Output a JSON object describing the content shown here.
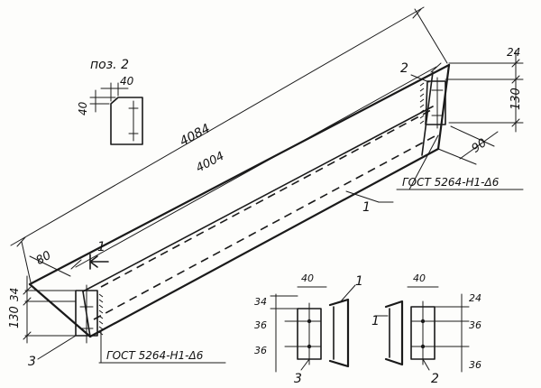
{
  "labels": {
    "pos_title": "поз. 2",
    "dim_40_small_a": "40",
    "dim_40_small_b": "40",
    "dim_4084": "4084",
    "dim_4004": "4004",
    "dim_24_top": "24",
    "dim_130_right": "130",
    "dim_90_right": "90",
    "dim_80_left": "80",
    "dim_34_left": "34",
    "dim_130_left": "130",
    "mark_1_arrow": "1",
    "mark_2_top": "2",
    "mark_1_beam": "1",
    "mark_3_left": "3",
    "weld_right": "ГОСТ 5264-Н1-Δ6",
    "weld_left": "ГОСТ 5264-Н1-Δ6",
    "sec_a_40": "40",
    "sec_a_34": "34",
    "sec_a_36a": "36",
    "sec_a_36b": "36",
    "sec_a_mark1": "1",
    "sec_a_mark3": "3",
    "sec_b_40": "40",
    "sec_b_24": "24",
    "sec_b_36a": "36",
    "sec_b_36b": "36",
    "sec_b_mark1": "1",
    "sec_b_mark2": "2"
  }
}
